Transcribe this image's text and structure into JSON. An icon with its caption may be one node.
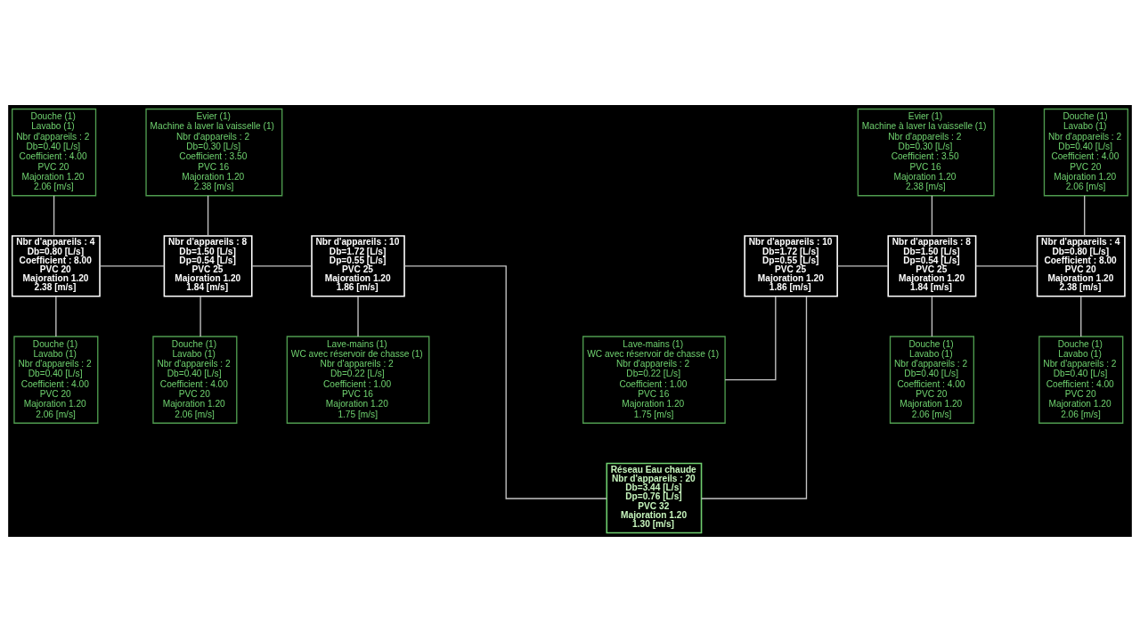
{
  "diagram": {
    "nodes": [
      {
        "text": [
          "Douche (1)",
          "Lavabo (1)",
          "Nbr d'appareils : 2",
          "Db=0.40 [L/s]",
          "Coefficient : 4.00",
          "PVC 20",
          "Majoration 1.20",
          "2.06 [m/s]"
        ]
      },
      {
        "text": [
          "Evier (1)",
          "Machine à laver la vaisselle (1)",
          "Nbr d'appareils : 2",
          "Db=0.30 [L/s]",
          "Coefficient : 3.50",
          "PVC 16",
          "Majoration 1.20",
          "2.38 [m/s]"
        ]
      },
      {
        "text": [
          "Evier (1)",
          "Machine à laver la vaisselle (1)",
          "Nbr d'appareils : 2",
          "Db=0.30 [L/s]",
          "Coefficient : 3.50",
          "PVC 16",
          "Majoration 1.20",
          "2.38 [m/s]"
        ]
      },
      {
        "text": [
          "Douche (1)",
          "Lavabo (1)",
          "Nbr d'appareils : 2",
          "Db=0.40 [L/s]",
          "Coefficient : 4.00",
          "PVC 20",
          "Majoration 1.20",
          "2.06 [m/s]"
        ]
      },
      {
        "text": [
          "Nbr d'appareils : 4",
          "Db=0.80 [L/s]",
          "Coefficient : 8.00",
          "PVC 20",
          "Majoration 1.20",
          "2.38 [m/s]"
        ]
      },
      {
        "text": [
          "Nbr d'appareils : 8",
          "Db=1.50 [L/s]",
          "Dp=0.54 [L/s]",
          "PVC 25",
          "Majoration 1.20",
          "1.84 [m/s]"
        ]
      },
      {
        "text": [
          "Nbr d'appareils : 10",
          "Db=1.72 [L/s]",
          "Dp=0.55 [L/s]",
          "PVC 25",
          "Majoration 1.20",
          "1.86 [m/s]"
        ]
      },
      {
        "text": [
          "Nbr d'appareils : 10",
          "Db=1.72 [L/s]",
          "Dp=0.55 [L/s]",
          "PVC 25",
          "Majoration 1.20",
          "1.86 [m/s]"
        ]
      },
      {
        "text": [
          "Nbr d'appareils : 8",
          "Db=1.50 [L/s]",
          "Dp=0.54 [L/s]",
          "PVC 25",
          "Majoration 1.20",
          "1.84 [m/s]"
        ]
      },
      {
        "text": [
          "Nbr d'appareils : 4",
          "Db=0.80 [L/s]",
          "Coefficient : 8.00",
          "PVC 20",
          "Majoration 1.20",
          "2.38 [m/s]"
        ]
      },
      {
        "text": [
          "Douche (1)",
          "Lavabo (1)",
          "Nbr d'appareils : 2",
          "Db=0.40 [L/s]",
          "Coefficient : 4.00",
          "PVC 20",
          "Majoration 1.20",
          "2.06 [m/s]"
        ]
      },
      {
        "text": [
          "Douche (1)",
          "Lavabo (1)",
          "Nbr d'appareils : 2",
          "Db=0.40 [L/s]",
          "Coefficient : 4.00",
          "PVC 20",
          "Majoration 1.20",
          "2.06 [m/s]"
        ]
      },
      {
        "text": [
          "Lave-mains (1)",
          "WC avec réservoir de chasse (1)",
          "Nbr d'appareils : 2",
          "Db=0.22 [L/s]",
          "Coefficient : 1.00",
          "PVC 16",
          "Majoration 1.20",
          "1.75 [m/s]"
        ]
      },
      {
        "text": [
          "Lave-mains (1)",
          "WC avec réservoir de chasse (1)",
          "Nbr d'appareils : 2",
          "Db=0.22 [L/s]",
          "Coefficient : 1.00",
          "PVC 16",
          "Majoration 1.20",
          "1.75 [m/s]"
        ]
      },
      {
        "text": [
          "Douche (1)",
          "Lavabo (1)",
          "Nbr d'appareils : 2",
          "Db=0.40 [L/s]",
          "Coefficient : 4.00",
          "PVC 20",
          "Majoration 1.20",
          "2.06 [m/s]"
        ]
      },
      {
        "text": [
          "Douche (1)",
          "Lavabo (1)",
          "Nbr d'appareils : 2",
          "Db=0.40 [L/s]",
          "Coefficient : 4.00",
          "PVC 20",
          "Majoration 1.20",
          "2.06 [m/s]"
        ]
      },
      {
        "text": [
          "Réseau Eau chaude",
          "Nbr d'appareils : 20",
          "Db=3.44 [L/s]",
          "Dp=0.76 [L/s]",
          "PVC 32",
          "Majoration 1.20",
          "1.30 [m/s]"
        ]
      }
    ],
    "edges": [
      {
        "from": 0,
        "to": 4,
        "arrow": "none"
      },
      {
        "from": 4,
        "to": 10,
        "arrow": "none"
      },
      {
        "from": 4,
        "to": 5,
        "arrow": "none"
      },
      {
        "from": 1,
        "to": 5,
        "arrow": "none"
      },
      {
        "from": 5,
        "to": 11,
        "arrow": "none"
      },
      {
        "from": 5,
        "to": 6,
        "arrow": "none"
      },
      {
        "from": 6,
        "to": 12,
        "arrow": "none"
      },
      {
        "from": 6,
        "to": 16,
        "arrow": "none"
      },
      {
        "from": 7,
        "to": 16,
        "arrow": "none"
      },
      {
        "from": 7,
        "to": 13,
        "arrow": "none"
      },
      {
        "from": 7,
        "to": 8,
        "arrow": "none"
      },
      {
        "from": 2,
        "to": 8,
        "arrow": "none"
      },
      {
        "from": 8,
        "to": 14,
        "arrow": "none"
      },
      {
        "from": 8,
        "to": 9,
        "arrow": "none"
      },
      {
        "from": 3,
        "to": 9,
        "arrow": "none"
      },
      {
        "from": 9,
        "to": 15,
        "arrow": "none"
      }
    ]
  }
}
